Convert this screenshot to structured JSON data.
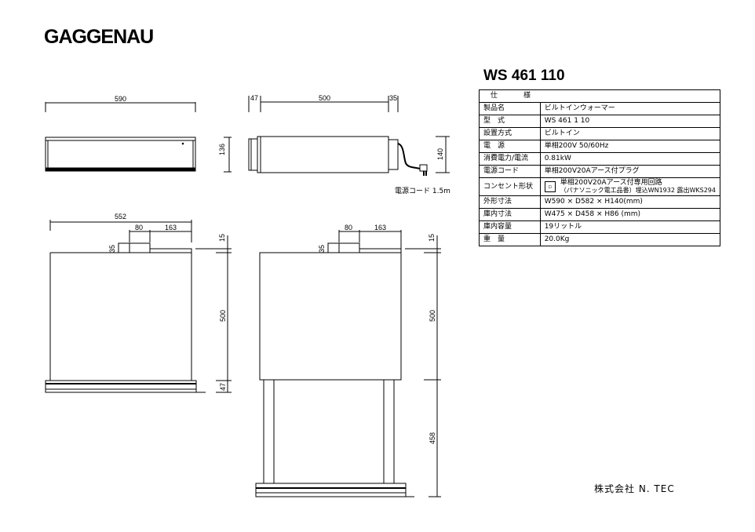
{
  "brand": "GAGGENAU",
  "model_title": "WS 461 110",
  "drawings": {
    "front_view": {
      "width_label": "590",
      "height_label": "136"
    },
    "side_view": {
      "rear_label": "47",
      "depth_label": "500",
      "front_label": "35",
      "height_label": "140",
      "cord_label": "電源コード  1.5m"
    },
    "installation_view_1": {
      "width_label": "552",
      "offset_label": "80",
      "right_label": "163",
      "protrusion_label": "35",
      "top_gap_label": "15",
      "cavity_height_label": "500",
      "bottom_label": "47"
    },
    "installation_view_2": {
      "offset_label": "80",
      "right_label": "163",
      "protrusion_label": "35",
      "top_gap_label": "15",
      "cavity_height_label": "500",
      "leg_height_label": "458"
    }
  },
  "spec_table": {
    "header": "仕　様",
    "rows": [
      {
        "key": "製品名",
        "value": "ビルトインウォーマー"
      },
      {
        "key": "型　式",
        "value": "WS  461  1 10"
      },
      {
        "key": "設置方式",
        "value": "ビルトイン"
      },
      {
        "key": "電　源",
        "value": "単相200V  50/60Hz"
      },
      {
        "key": "消費電力/電流",
        "value": "0.81kW"
      },
      {
        "key": "電源コード",
        "value": "単相200V20Aアース付プラグ"
      },
      {
        "key": "コンセント形状",
        "value_line1": "単相200V20Aアース付専用回路",
        "value_line2": "（パナソニック電工品番）埋込WN1932  露出WKS294",
        "icon": "outlet-icon"
      },
      {
        "key": "外形寸法",
        "value": "W590 × D582 × H140(mm)"
      },
      {
        "key": "庫内寸法",
        "value": "W475 × D458 × H86  (mm)"
      },
      {
        "key": "庫内容量",
        "value": "19リットル"
      },
      {
        "key": "重　量",
        "value": "20.0Kg"
      }
    ]
  },
  "footer": "株式会社  N.  TEC"
}
